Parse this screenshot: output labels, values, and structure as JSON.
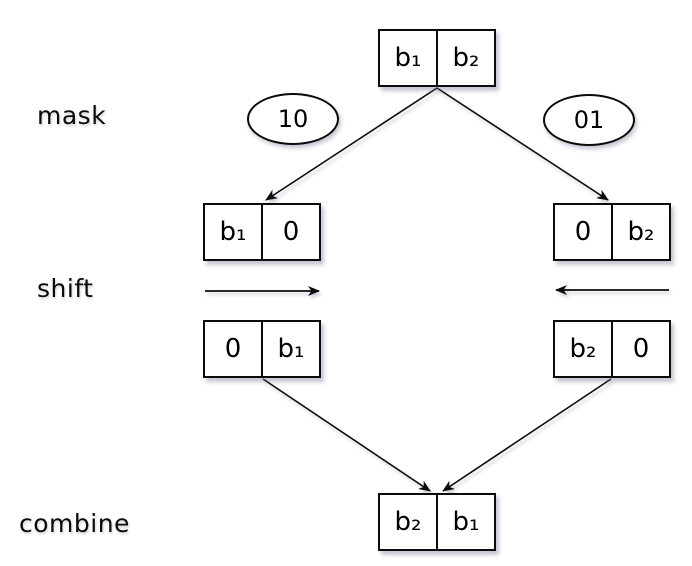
{
  "labels": {
    "mask": "mask",
    "shift": "shift",
    "combine": "combine"
  },
  "mask_values": {
    "left": "10",
    "right": "01"
  },
  "registers": {
    "input": {
      "cells": [
        "b₁",
        "b₂"
      ]
    },
    "masked_left": {
      "cells": [
        "b₁",
        "0"
      ]
    },
    "masked_right": {
      "cells": [
        "0",
        "b₂"
      ]
    },
    "shifted_left": {
      "cells": [
        "0",
        "b₁"
      ]
    },
    "shifted_right": {
      "cells": [
        "b₂",
        "0"
      ]
    },
    "combined": {
      "cells": [
        "b₂",
        "b₁"
      ]
    }
  },
  "colors": {
    "stroke": "#000000",
    "background": "#ffffff",
    "box_fill": "#ffffff"
  }
}
